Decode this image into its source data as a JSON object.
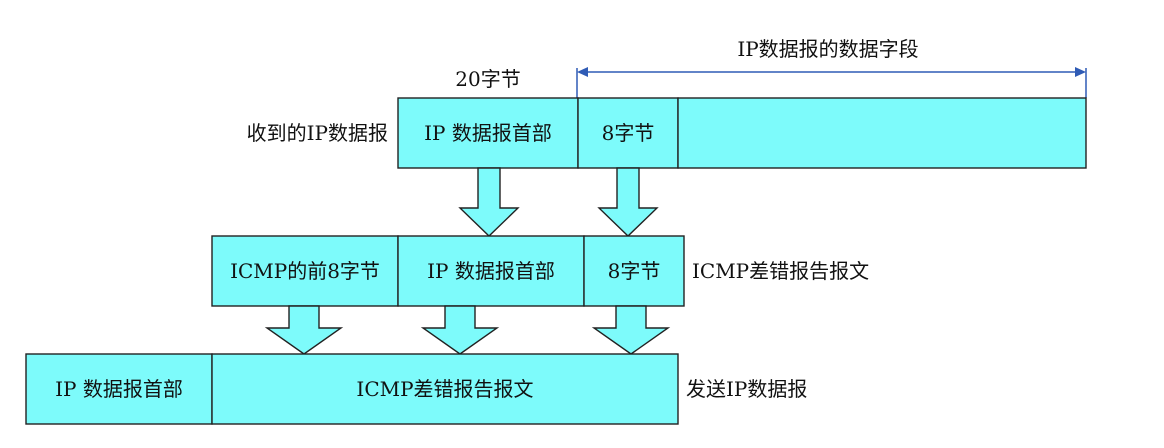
{
  "top": {
    "label": "收到的IP数据报",
    "header_cell": "IP 数据报首部",
    "first8_cell": "8字节",
    "rest_cell": "",
    "header_size": "20字节",
    "data_field_label": "IP数据报的数据字段"
  },
  "middle": {
    "icmp_first8_cell": "ICMP的前8字节",
    "header_cell": "IP 数据报首部",
    "first8_cell": "8字节",
    "label": "ICMP差错报告报文"
  },
  "bottom": {
    "header_cell": "IP 数据报首部",
    "icmp_cell": "ICMP差错报告报文",
    "label": "发送IP数据报"
  },
  "colors": {
    "cell_fill": "#7dfbfb",
    "dimension_line": "#2f5bb5"
  }
}
